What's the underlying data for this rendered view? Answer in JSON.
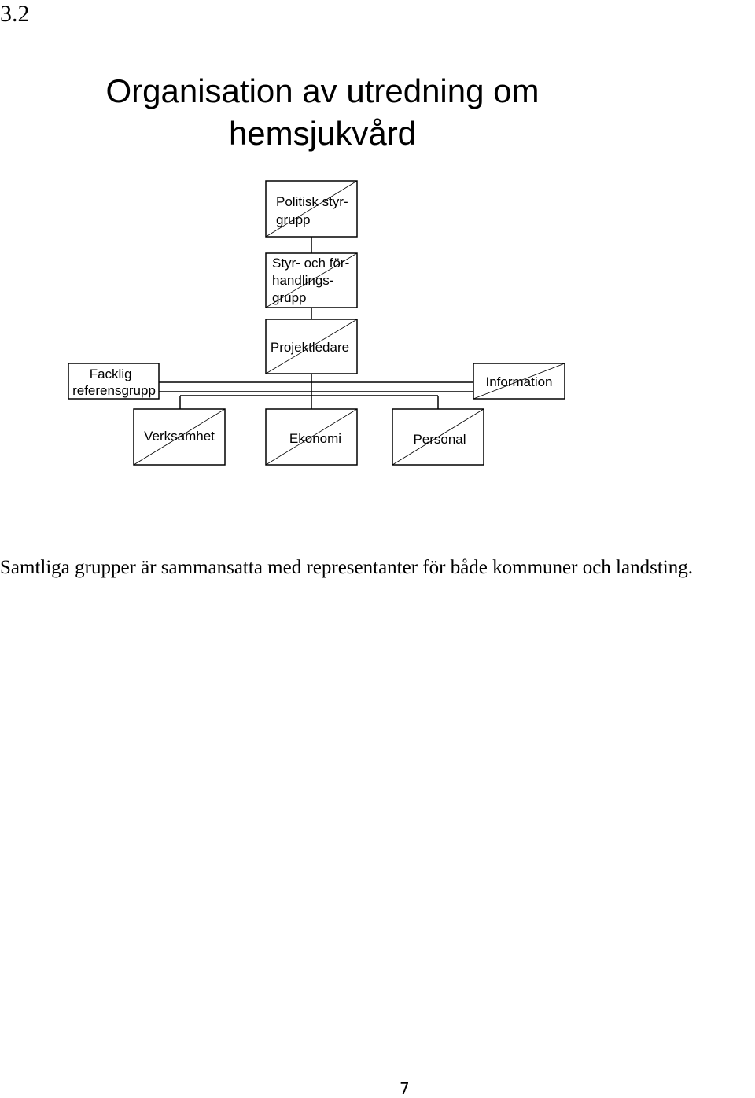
{
  "section_number": "3.2",
  "title_line1": "Organisation av utredning om",
  "title_line2": "hemsjukvård",
  "org_chart": {
    "nodes": {
      "politisk": [
        "Politisk styr-",
        "grupp"
      ],
      "styr": [
        "Styr- och för-",
        "handlings-",
        "grupp"
      ],
      "projektledare": [
        "Projektledare"
      ],
      "facklig": [
        "Facklig",
        "referensgrupp"
      ],
      "information": [
        "Information"
      ],
      "verksamhet": [
        "Verksamhet"
      ],
      "ekonomi": [
        "Ekonomi"
      ],
      "personal": [
        "Personal"
      ]
    }
  },
  "caption": "Samtliga grupper är sammansatta med representanter för både kommuner och landsting.",
  "page_number": "7"
}
